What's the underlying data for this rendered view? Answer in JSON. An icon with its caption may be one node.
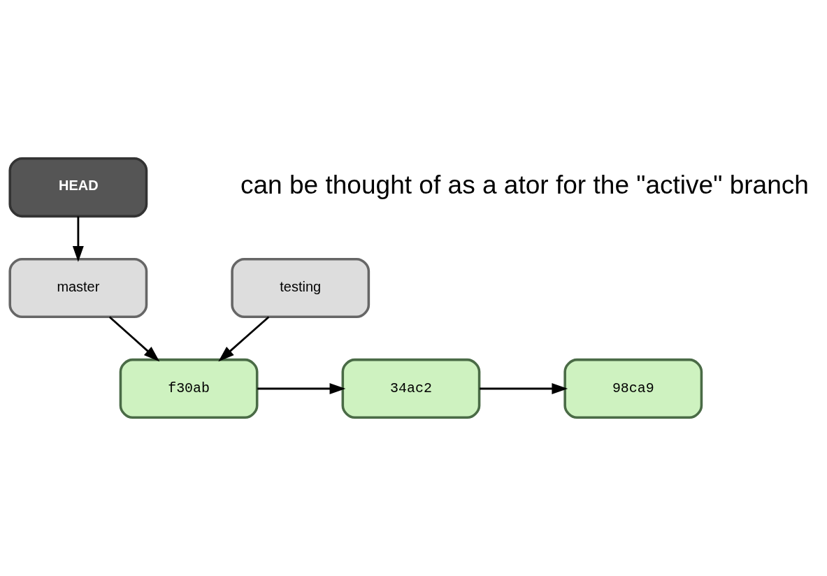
{
  "diagram": {
    "nodes": [
      {
        "text": [
          "HEAD"
        ]
      },
      {
        "text": [
          "master"
        ]
      },
      {
        "text": [
          "98ca9"
        ]
      },
      {
        "text": [
          "34ac2"
        ]
      },
      {
        "text": [
          "f30ab"
        ]
      },
      {
        "text": [
          "testing"
        ]
      }
    ],
    "edges": [
      {
        "from": 0,
        "to": 1,
        "arrow": "to"
      },
      {
        "from": 1,
        "to": 4,
        "arrow": "to"
      },
      {
        "from": 4,
        "to": 3,
        "arrow": "to"
      },
      {
        "from": 3,
        "to": 2,
        "arrow": "to"
      },
      {
        "from": 5,
        "to": 4,
        "arrow": "to"
      }
    ],
    "labels": [
      "can be thought of as a ator for the \"active\" branch"
    ]
  }
}
